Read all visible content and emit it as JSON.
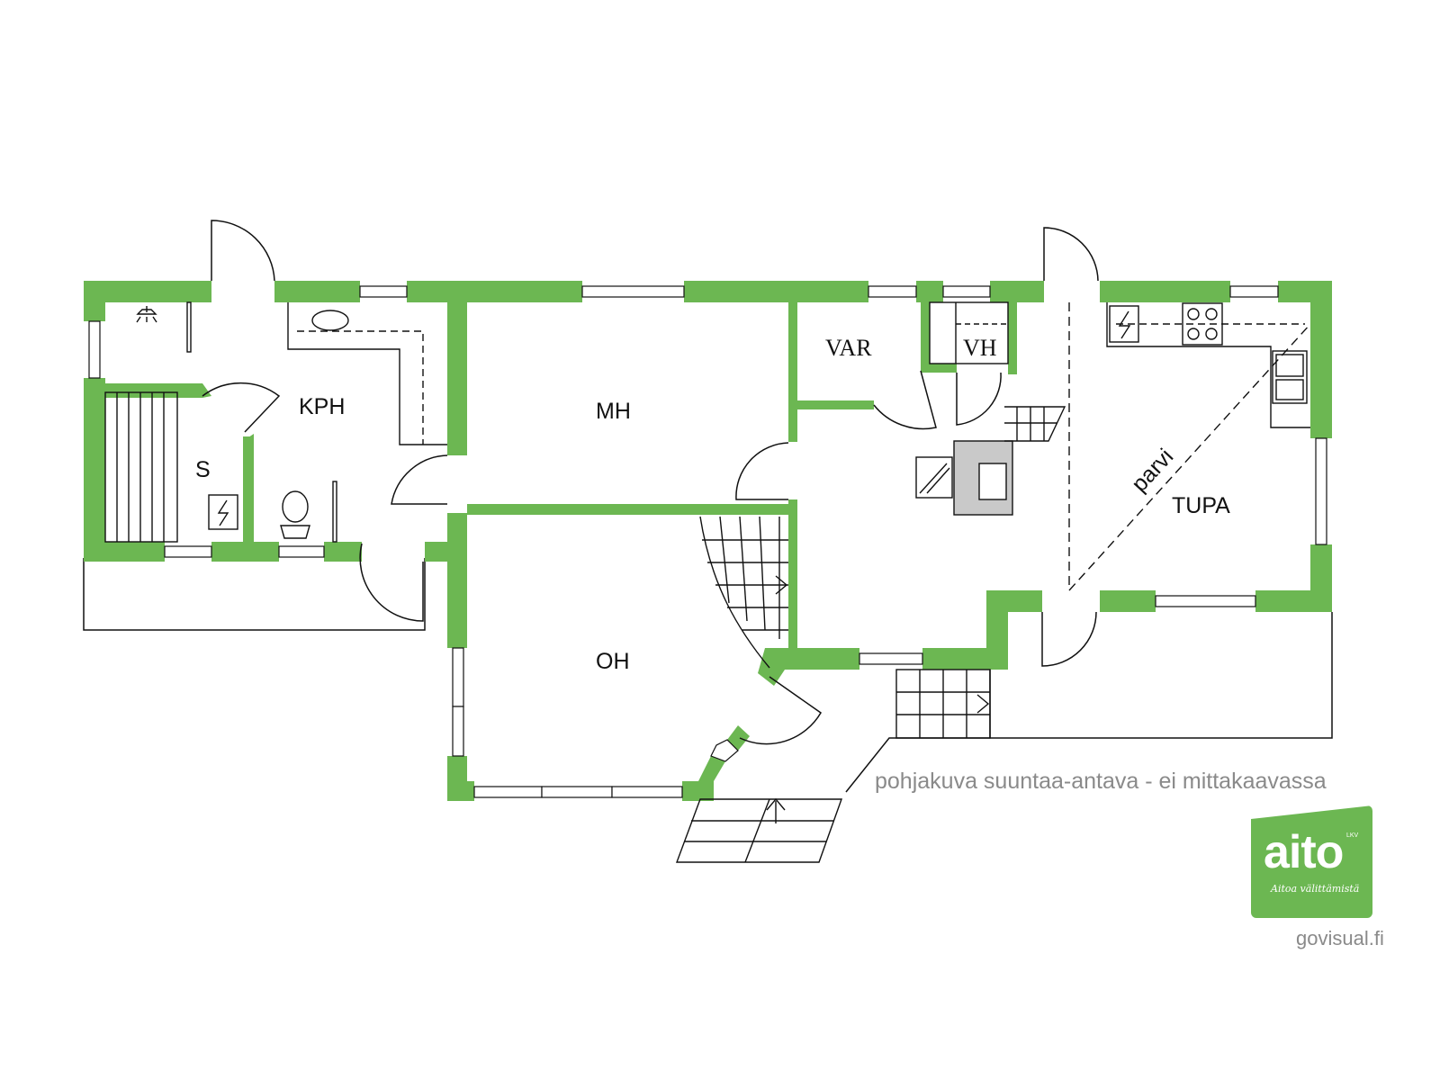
{
  "rooms": {
    "kph": "KPH",
    "s": "S",
    "mh": "MH",
    "var": "VAR",
    "vh": "VH",
    "oh": "OH",
    "tupa": "TUPA",
    "parvi": "parvi"
  },
  "disclaimer": "pohjakuva suuntaa-antava - ei mittakaavassa",
  "logo": {
    "word": "aito",
    "lkv": "LKV",
    "tagline": "Aitoa välittämistä"
  },
  "credit": "govisual.fi",
  "colors": {
    "wall": "#6cb752",
    "line": "#111111",
    "text_gray": "#8a8a8a"
  },
  "icons": [
    "shower-icon",
    "washbasin-icon",
    "toilet-icon",
    "electric-stove-icon",
    "cooktop-icon",
    "kitchen-sink-icon",
    "fireplace-icon",
    "staircase-icon"
  ]
}
